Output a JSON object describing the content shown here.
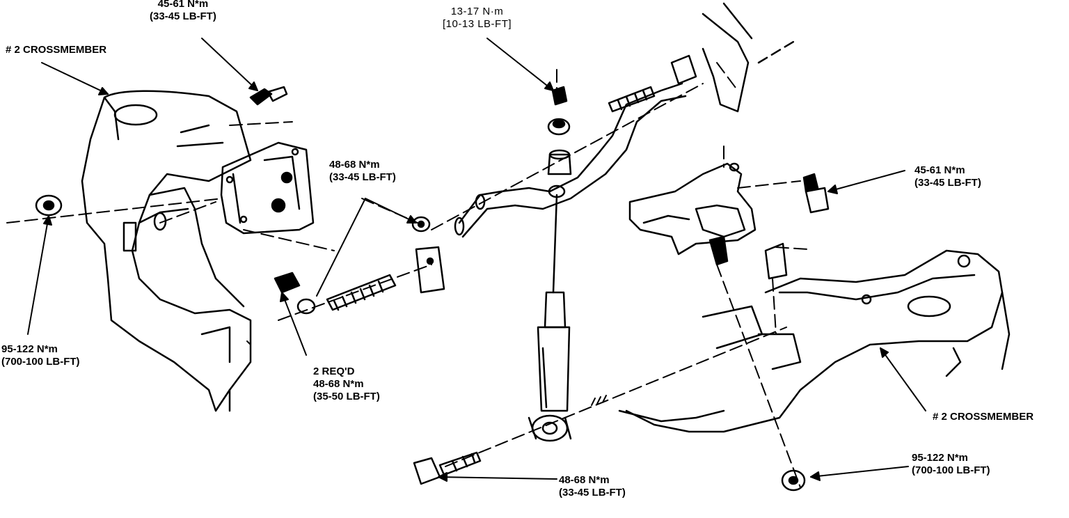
{
  "labels": {
    "top_left_torque": {
      "line1": "45-61 N*m",
      "line2": "(33-45 LB-FT)"
    },
    "crossmember_left": "# 2 CROSSMEMBER",
    "top_center_torque": {
      "line1": "13-17 N·m",
      "line2": "[10-13 LB-FT]"
    },
    "mid_left_torque": {
      "line1": "48-68 N*m",
      "line2": "(33-45 LB-FT)"
    },
    "right_upper_torque": {
      "line1": "45-61 N*m",
      "line2": "(33-45 LB-FT)"
    },
    "bottom_left_torque": {
      "line1": "95-122 N*m",
      "line2": "(700-100 LB-FT)"
    },
    "two_required": {
      "line1": "2 REQ'D",
      "line2": "48-68 N*m",
      "line3": "(35-50 LB-FT)"
    },
    "crossmember_right": "# 2 CROSSMEMBER",
    "bottom_center_torque": {
      "line1": "48-68 N*m",
      "line2": "(33-45 LB-FT)"
    },
    "bottom_right_torque": {
      "line1": "95-122 N*m",
      "line2": "(700-100 LB-FT)"
    }
  },
  "colors": {
    "ink": "#000000",
    "paper": "#ffffff"
  }
}
